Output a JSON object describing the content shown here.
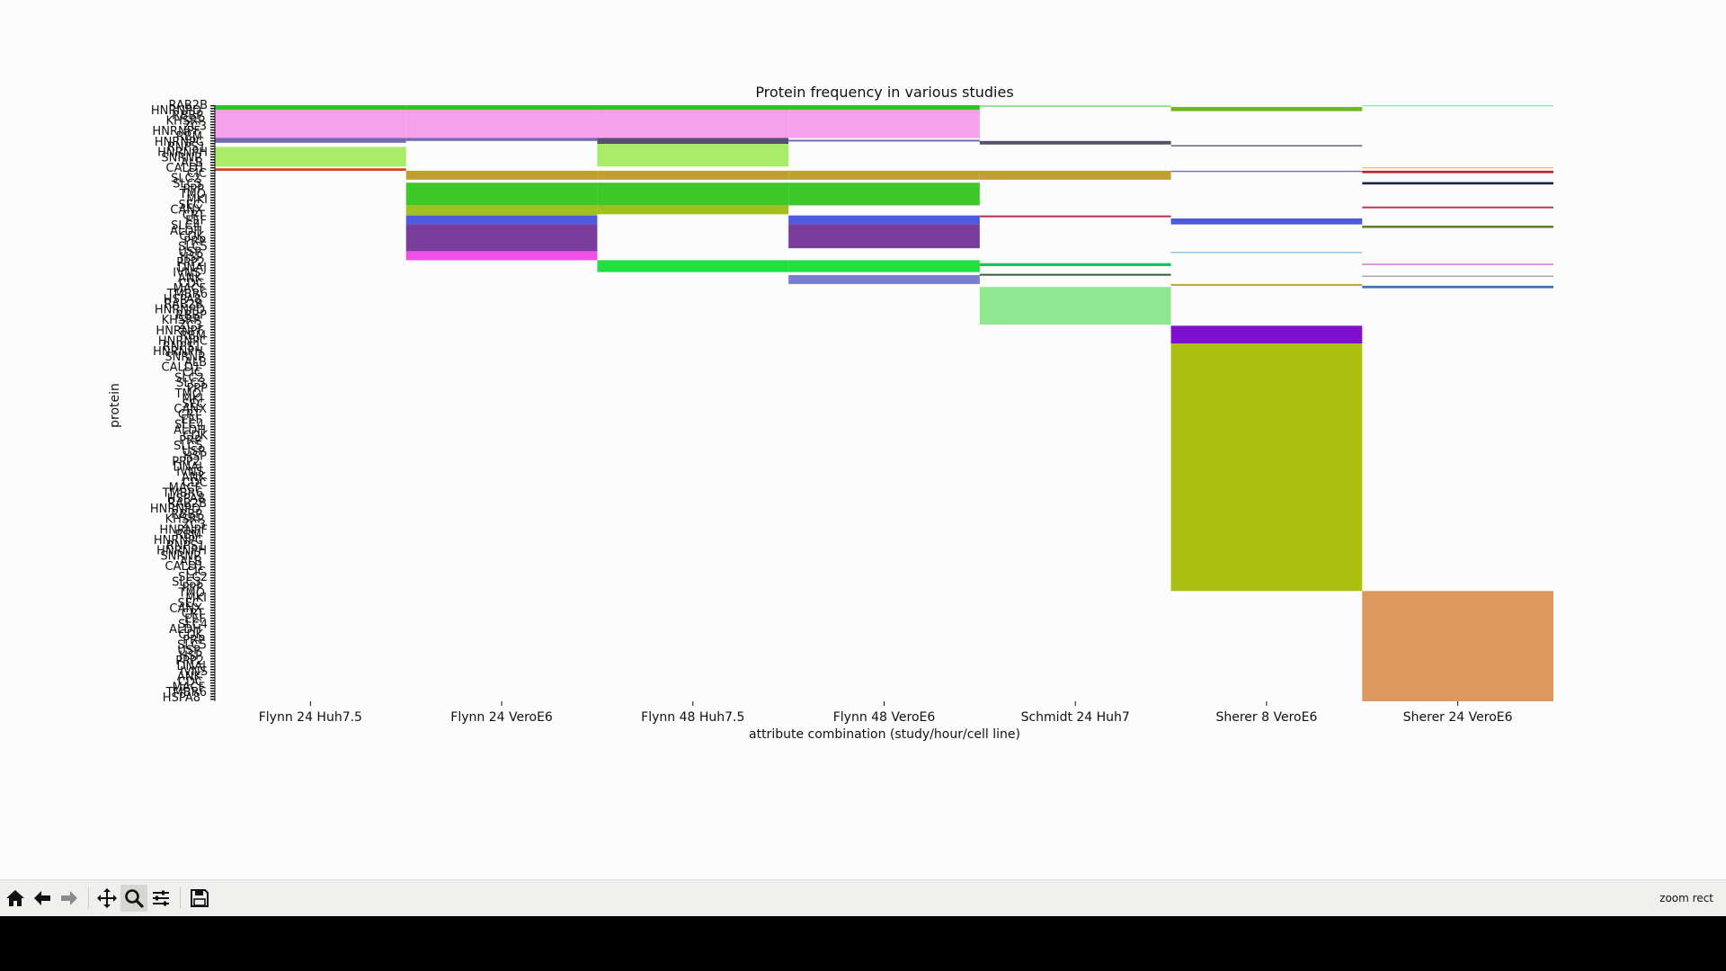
{
  "chart_data": {
    "type": "bar",
    "title": "Protein frequency in various studies",
    "xlabel": "attribute combination (study/hour/cell line)",
    "ylabel": "protein",
    "categories": [
      "Flynn 24 Huh7.5",
      "Flynn 24 VeroE6",
      "Flynn 48 Huh7.5",
      "Flynn 48 VeroE6",
      "Schmidt 24 Huh7",
      "Sherer 8 VeroE6",
      "Sherer 24 VeroE6"
    ],
    "y_total": 100,
    "visible_protein_labels": [
      "RAB2B",
      "HNRNPD",
      "RBBP",
      "KHSRP",
      "ZC3",
      "HNRNPF",
      "RBM",
      "HNRNPC",
      "RNPS1",
      "HNRNPH",
      "SNRNP",
      "ALB",
      "CALD1",
      "CIC",
      "SLC2",
      "SLC3",
      "PPP",
      "TMO",
      "MKI",
      "SEC",
      "CANX",
      "CRT",
      "EEF",
      "SLC4",
      "ALDH",
      "CDK",
      "PRP",
      "SLC5",
      "USP",
      "HSP",
      "PPP2",
      "DNAJ",
      "IVNS",
      "ANK",
      "CDC",
      "MACF",
      "TMBR6",
      "HSPA8"
    ],
    "series": [
      {
        "name": "Flynn 24 Huh7.5",
        "color_main": "#f7a8ee",
        "segments": [
          {
            "y0": 0.0,
            "y1": 0.8,
            "color": "#2fbf2f"
          },
          {
            "y0": 0.8,
            "y1": 5.5,
            "color": "#f4a0ea"
          },
          {
            "y0": 5.5,
            "y1": 6.3,
            "color": "#6f6ab2"
          },
          {
            "y0": 7.0,
            "y1": 10.3,
            "color": "#a8ec6a"
          },
          {
            "y0": 10.6,
            "y1": 11.0,
            "color": "#d04010"
          }
        ]
      },
      {
        "name": "Flynn 24 VeroE6",
        "color_main": "#44cc22",
        "segments": [
          {
            "y0": 0.0,
            "y1": 0.8,
            "color": "#2fbf2f"
          },
          {
            "y0": 0.8,
            "y1": 5.5,
            "color": "#f4a0ea"
          },
          {
            "y0": 5.5,
            "y1": 6.0,
            "color": "#6f6ab2"
          },
          {
            "y0": 11.0,
            "y1": 12.5,
            "color": "#c0a030"
          },
          {
            "y0": 13.0,
            "y1": 16.8,
            "color": "#3ec82a"
          },
          {
            "y0": 16.8,
            "y1": 18.5,
            "color": "#a0c020"
          },
          {
            "y0": 18.5,
            "y1": 20.0,
            "color": "#4d5ae0"
          },
          {
            "y0": 20.0,
            "y1": 24.5,
            "color": "#7a3c9a"
          },
          {
            "y0": 24.5,
            "y1": 26.0,
            "color": "#f050e8"
          }
        ]
      },
      {
        "name": "Flynn 48 Huh7.5",
        "color_main": "#a8ec6a",
        "segments": [
          {
            "y0": 0.0,
            "y1": 0.8,
            "color": "#2fbf2f"
          },
          {
            "y0": 0.8,
            "y1": 5.5,
            "color": "#f4a0ea"
          },
          {
            "y0": 5.5,
            "y1": 6.5,
            "color": "#555070"
          },
          {
            "y0": 6.5,
            "y1": 10.3,
            "color": "#a8ec6a"
          },
          {
            "y0": 11.0,
            "y1": 12.5,
            "color": "#c0a030"
          },
          {
            "y0": 13.0,
            "y1": 16.8,
            "color": "#3ec82a"
          },
          {
            "y0": 16.8,
            "y1": 18.3,
            "color": "#a0c020"
          },
          {
            "y0": 26.0,
            "y1": 28.0,
            "color": "#20e040"
          }
        ]
      },
      {
        "name": "Flynn 48 VeroE6",
        "color_main": "#7a3c9a",
        "segments": [
          {
            "y0": 0.0,
            "y1": 0.8,
            "color": "#2fbf2f"
          },
          {
            "y0": 0.8,
            "y1": 5.5,
            "color": "#f4a0ea"
          },
          {
            "y0": 5.8,
            "y1": 6.1,
            "color": "#6f6ab2"
          },
          {
            "y0": 11.0,
            "y1": 12.5,
            "color": "#c0a030"
          },
          {
            "y0": 13.0,
            "y1": 16.8,
            "color": "#3ec82a"
          },
          {
            "y0": 18.5,
            "y1": 20.0,
            "color": "#4d5ae0"
          },
          {
            "y0": 20.0,
            "y1": 24.0,
            "color": "#7a3c9a"
          },
          {
            "y0": 26.0,
            "y1": 28.0,
            "color": "#20e040"
          },
          {
            "y0": 28.5,
            "y1": 30.0,
            "color": "#7c7cd4"
          }
        ]
      },
      {
        "name": "Schmidt 24 Huh7",
        "color_main": "#8ee890",
        "segments": [
          {
            "y0": 0.0,
            "y1": 0.3,
            "color": "#8ee890"
          },
          {
            "y0": 6.0,
            "y1": 6.6,
            "color": "#555070"
          },
          {
            "y0": 11.0,
            "y1": 12.5,
            "color": "#c0a030"
          },
          {
            "y0": 18.5,
            "y1": 18.8,
            "color": "#b03050"
          },
          {
            "y0": 26.5,
            "y1": 27.0,
            "color": "#20c060"
          },
          {
            "y0": 28.3,
            "y1": 28.6,
            "color": "#306030"
          },
          {
            "y0": 30.5,
            "y1": 36.8,
            "color": "#8ee890"
          }
        ]
      },
      {
        "name": "Sherer 8 VeroE6",
        "color_main": "#aabf10",
        "segments": [
          {
            "y0": 0.3,
            "y1": 1.0,
            "color": "#70b820"
          },
          {
            "y0": 6.7,
            "y1": 6.9,
            "color": "#555070"
          },
          {
            "y0": 11.0,
            "y1": 11.2,
            "color": "#6f6ab2"
          },
          {
            "y0": 19.0,
            "y1": 20.0,
            "color": "#4d5ae0"
          },
          {
            "y0": 24.6,
            "y1": 24.8,
            "color": "#80c0e0"
          },
          {
            "y0": 30.0,
            "y1": 30.3,
            "color": "#c8a030"
          },
          {
            "y0": 37.0,
            "y1": 40.0,
            "color": "#8010d0"
          },
          {
            "y0": 40.0,
            "y1": 81.5,
            "color": "#aabf10"
          }
        ]
      },
      {
        "name": "Sherer 24 VeroE6",
        "color_main": "#dd985e",
        "segments": [
          {
            "y0": 0.0,
            "y1": 0.2,
            "color": "#8ee8b0"
          },
          {
            "y0": 10.4,
            "y1": 10.6,
            "color": "#d8d070"
          },
          {
            "y0": 11.0,
            "y1": 11.4,
            "color": "#c02040"
          },
          {
            "y0": 12.9,
            "y1": 13.3,
            "color": "#202050"
          },
          {
            "y0": 17.0,
            "y1": 17.3,
            "color": "#b04050"
          },
          {
            "y0": 20.2,
            "y1": 20.6,
            "color": "#608030"
          },
          {
            "y0": 26.6,
            "y1": 26.8,
            "color": "#d060d0"
          },
          {
            "y0": 28.6,
            "y1": 28.8,
            "color": "#a0a0a0"
          },
          {
            "y0": 30.3,
            "y1": 30.7,
            "color": "#3070c0"
          },
          {
            "y0": 81.5,
            "y1": 100.0,
            "color": "#dd985e"
          }
        ]
      }
    ],
    "grid": false,
    "legend": "none"
  },
  "toolbar": {
    "buttons": [
      {
        "name": "home-button",
        "icon": "home-icon"
      },
      {
        "name": "back-button",
        "icon": "arrow-left-icon"
      },
      {
        "name": "forward-button",
        "icon": "arrow-right-icon"
      },
      {
        "name": "pan-button",
        "icon": "move-icon"
      },
      {
        "name": "zoom-button",
        "icon": "magnifier-icon"
      },
      {
        "name": "configure-subplots-button",
        "icon": "sliders-icon"
      },
      {
        "name": "save-button",
        "icon": "floppy-disk-icon"
      }
    ],
    "status": "zoom rect"
  }
}
